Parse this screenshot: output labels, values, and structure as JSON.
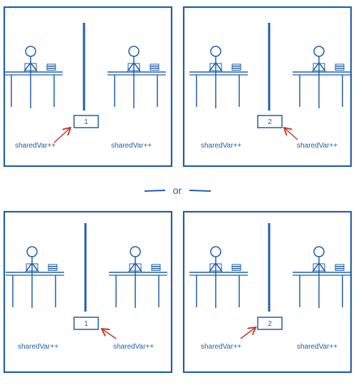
{
  "separator_label": "or",
  "colors": {
    "ink": "#1f5fa8",
    "arrow": "#c0392b",
    "paper": "#ffffff"
  },
  "panels": [
    {
      "left_label": "sharedVar++",
      "right_label": "sharedVar++",
      "box_value": "1",
      "arrow_from": "left"
    },
    {
      "left_label": "sharedVar++",
      "right_label": "sharedVar++",
      "box_value": "2",
      "arrow_from": "right"
    },
    {
      "left_label": "sharedVar++",
      "right_label": "sharedVar++",
      "box_value": "1",
      "arrow_from": "right"
    },
    {
      "left_label": "sharedVar++",
      "right_label": "sharedVar++",
      "box_value": "2",
      "arrow_from": "left"
    }
  ]
}
